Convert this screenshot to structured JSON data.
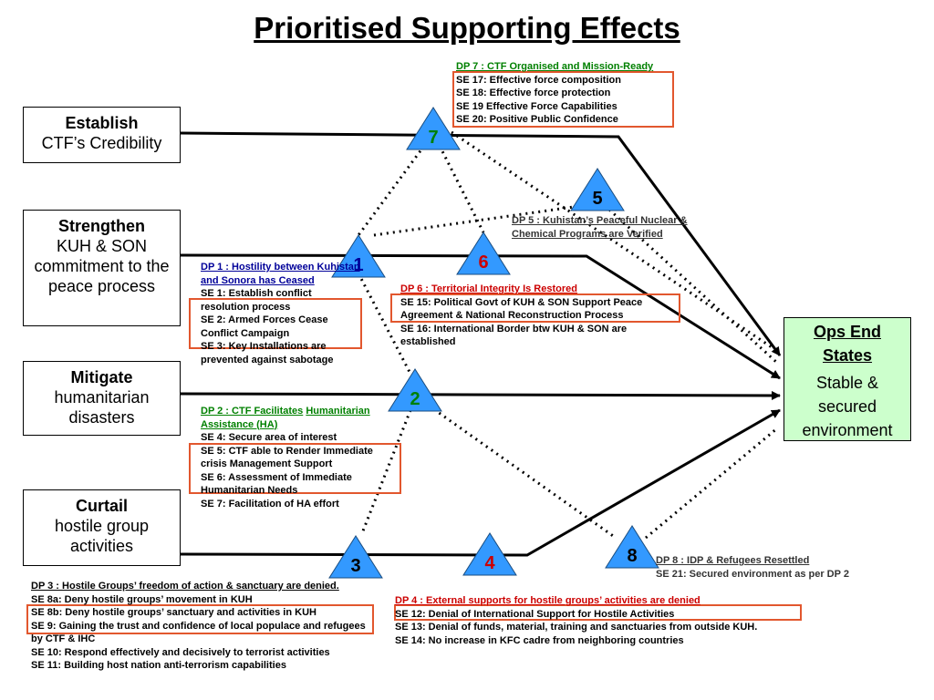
{
  "title": "Prioritised Supporting Effects",
  "lines_of_operation": [
    {
      "bold": "Establish",
      "rest": "CTF’s Credibility"
    },
    {
      "bold": "Strengthen",
      "rest": "KUH & SON commitment to the peace process"
    },
    {
      "bold": "Mitigate",
      "rest": "humanitarian disasters"
    },
    {
      "bold": "Curtail",
      "rest": "hostile group activities"
    }
  ],
  "end_state": {
    "heading": "Ops End States",
    "body": "Stable & secured environment"
  },
  "decisive_points": [
    {
      "num": "1",
      "num_color": "#000099"
    },
    {
      "num": "2",
      "num_color": "#008000"
    },
    {
      "num": "3",
      "num_color": "#000000"
    },
    {
      "num": "4",
      "num_color": "#cc0000"
    },
    {
      "num": "5",
      "num_color": "#000000"
    },
    {
      "num": "6",
      "num_color": "#cc0000"
    },
    {
      "num": "7",
      "num_color": "#008000"
    },
    {
      "num": "8",
      "num_color": "#000000"
    }
  ],
  "colors": {
    "triangle_fill": "#3399ff",
    "end_state_fill": "#ccffcc",
    "highlight_box": "#e2572e"
  },
  "dp7": {
    "heading": "DP 7 : CTF Organised and Mission-Ready",
    "items": [
      "SE 17: Effective force composition",
      "SE 18: Effective force protection",
      "SE 19 Effective Force Capabilities",
      "SE 20: Positive Public Confidence"
    ]
  },
  "dp5": {
    "heading": "DP 5 : Kuhistan’s Peaceful Nuclear & Chemical Programs are Verified"
  },
  "dp1": {
    "heading": "DP 1 : Hostility between Kuhistan and Sonora has Ceased",
    "items": [
      "SE 1: Establish conflict resolution process",
      "SE 2: Armed Forces Cease Conflict Campaign",
      "SE 3: Key Installations are prevented against sabotage"
    ]
  },
  "dp6": {
    "heading": "DP 6 : Territorial Integrity Is Restored",
    "items": [
      "SE 15: Political Govt of KUH & SON Support Peace Agreement & National Reconstruction Process",
      "SE 16: International Border btw KUH & SON are established"
    ]
  },
  "dp2": {
    "heading_a": "DP 2 : CTF Facilitates",
    "heading_b": "Humanitarian Assistance (HA)",
    "items": [
      "SE 4: Secure area of interest",
      "SE 5: CTF able to Render Immediate crisis Management Support",
      "SE 6: Assessment of Immediate Humanitarian Needs",
      "SE 7: Facilitation of HA effort"
    ]
  },
  "dp8": {
    "heading": "DP 8 : IDP & Refugees Resettled",
    "items": [
      "SE 21: Secured environment as per DP 2"
    ]
  },
  "dp3": {
    "heading": "DP 3 : Hostile Groups’ freedom of action & sanctuary are denied.",
    "items": [
      "SE 8a: Deny hostile groups’ movement in KUH",
      "SE 8b: Deny hostile groups’ sanctuary and activities in KUH",
      "SE 9: Gaining the trust and confidence of local populace and refugees by CTF & IHC",
      "SE 10: Respond effectively and decisively to terrorist activities",
      "SE 11: Building host nation anti-terrorism capabilities"
    ]
  },
  "dp4": {
    "heading": "DP 4 : External supports for hostile groups’ activities are denied",
    "items": [
      "SE 12: Denial of International Support for Hostile Activities",
      "SE 13: Denial of funds, material, training and sanctuaries from outside KUH.",
      "SE 14: No increase in KFC cadre from neighboring countries"
    ]
  }
}
